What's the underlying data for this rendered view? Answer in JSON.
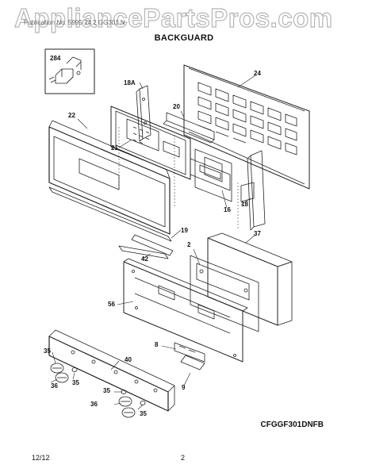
{
  "watermark": "AppliancePartsPros.com",
  "header_text": "Publication No. 5995 24 2   GG301   N",
  "title": "BACKGUARD",
  "model": "CFGGF301DNFB",
  "footer": {
    "date": "12/12",
    "page": "2"
  },
  "callouts": {
    "c284": "284",
    "c24": "24",
    "c18a": "18A",
    "c20": "20",
    "c22": "22",
    "c21": "21",
    "c16": "16",
    "c18": "18",
    "c19": "19",
    "c2": "2",
    "c37": "37",
    "c42": "42",
    "c56": "56",
    "c8": "8",
    "c40": "40",
    "c35a": "35",
    "c36a": "36",
    "c35b": "35",
    "c35c": "35",
    "c36b": "36",
    "c35d": "35",
    "c9": "9"
  }
}
